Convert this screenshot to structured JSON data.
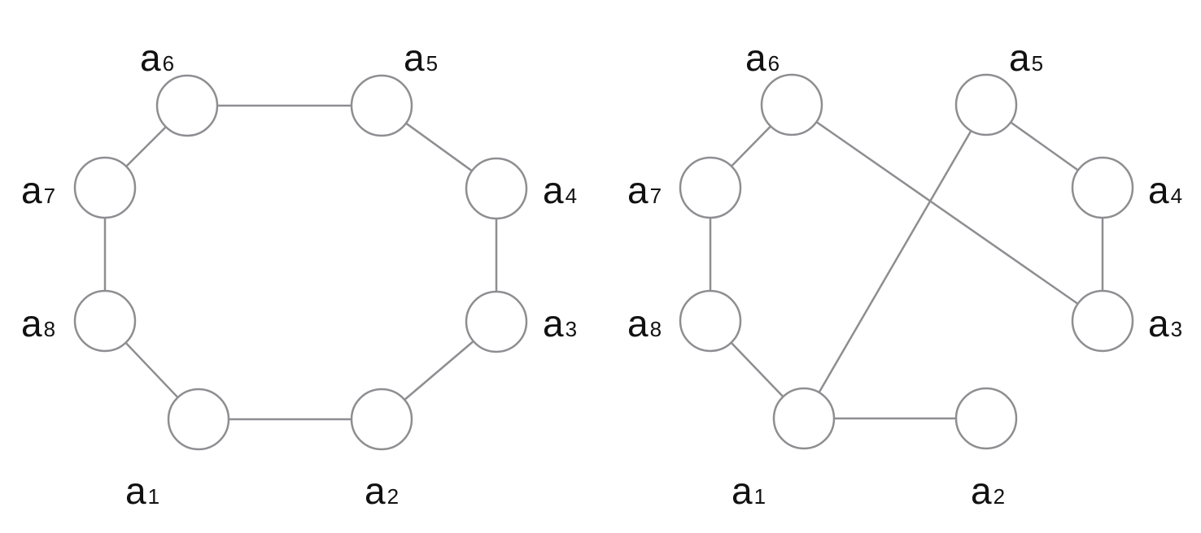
{
  "colors": {
    "stroke": "#8e8e92",
    "node_fill": "#ffffff",
    "label": "#111111",
    "background": "#ffffff"
  },
  "graphs": [
    {
      "id": "left",
      "nodes": [
        {
          "id": "a1",
          "letter": "a",
          "index": "1"
        },
        {
          "id": "a2",
          "letter": "a",
          "index": "2"
        },
        {
          "id": "a3",
          "letter": "a",
          "index": "3"
        },
        {
          "id": "a4",
          "letter": "a",
          "index": "4"
        },
        {
          "id": "a5",
          "letter": "a",
          "index": "5"
        },
        {
          "id": "a6",
          "letter": "a",
          "index": "6"
        },
        {
          "id": "a7",
          "letter": "a",
          "index": "7"
        },
        {
          "id": "a8",
          "letter": "a",
          "index": "8"
        }
      ],
      "edges": [
        [
          "a1",
          "a2"
        ],
        [
          "a2",
          "a3"
        ],
        [
          "a3",
          "a4"
        ],
        [
          "a4",
          "a5"
        ],
        [
          "a5",
          "a6"
        ],
        [
          "a6",
          "a7"
        ],
        [
          "a7",
          "a8"
        ],
        [
          "a8",
          "a1"
        ]
      ]
    },
    {
      "id": "right",
      "nodes": [
        {
          "id": "a1",
          "letter": "a",
          "index": "1"
        },
        {
          "id": "a2",
          "letter": "a",
          "index": "2"
        },
        {
          "id": "a3",
          "letter": "a",
          "index": "3"
        },
        {
          "id": "a4",
          "letter": "a",
          "index": "4"
        },
        {
          "id": "a5",
          "letter": "a",
          "index": "5"
        },
        {
          "id": "a6",
          "letter": "a",
          "index": "6"
        },
        {
          "id": "a7",
          "letter": "a",
          "index": "7"
        },
        {
          "id": "a8",
          "letter": "a",
          "index": "8"
        }
      ],
      "edges": [
        [
          "a1",
          "a2"
        ],
        [
          "a1",
          "a5"
        ],
        [
          "a5",
          "a4"
        ],
        [
          "a4",
          "a3"
        ],
        [
          "a3",
          "a6"
        ],
        [
          "a6",
          "a7"
        ],
        [
          "a7",
          "a8"
        ],
        [
          "a8",
          "a1"
        ]
      ]
    }
  ]
}
